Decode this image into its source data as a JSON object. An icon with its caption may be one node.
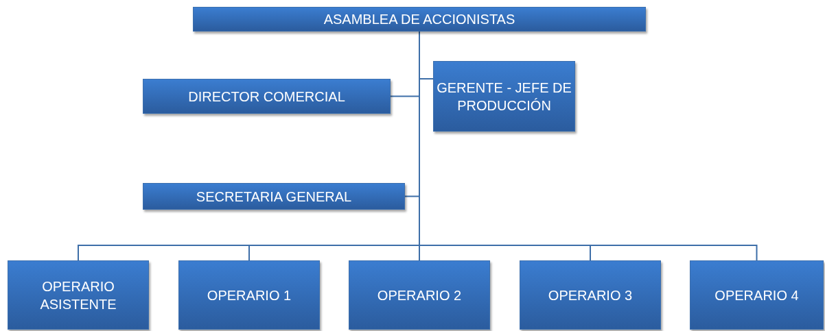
{
  "diagram": {
    "nodes": [
      {
        "text": [
          "ASAMBLEA DE ACCIONISTAS"
        ]
      },
      {
        "text": [
          "DIRECTOR COMERCIAL"
        ]
      },
      {
        "text": [
          "GERENTE - JEFE DE PRODUCCIÓN"
        ]
      },
      {
        "text": [
          "SECRETARIA GENERAL"
        ]
      },
      {
        "text": [
          "OPERARIO ASISTENTE"
        ]
      },
      {
        "text": [
          "OPERARIO 1"
        ]
      },
      {
        "text": [
          "OPERARIO 2"
        ]
      },
      {
        "text": [
          "OPERARIO 3"
        ]
      },
      {
        "text": [
          "OPERARIO 4"
        ]
      }
    ],
    "edges": [
      {
        "from": 0,
        "to": 1,
        "arrow": "none"
      },
      {
        "from": 0,
        "to": 2,
        "arrow": "none"
      },
      {
        "from": 0,
        "to": 3,
        "arrow": "none"
      },
      {
        "from": 0,
        "to": 4,
        "arrow": "none"
      },
      {
        "from": 0,
        "to": 5,
        "arrow": "none"
      },
      {
        "from": 0,
        "to": 6,
        "arrow": "none"
      },
      {
        "from": 0,
        "to": 7,
        "arrow": "none"
      },
      {
        "from": 0,
        "to": 8,
        "arrow": "none"
      }
    ]
  }
}
